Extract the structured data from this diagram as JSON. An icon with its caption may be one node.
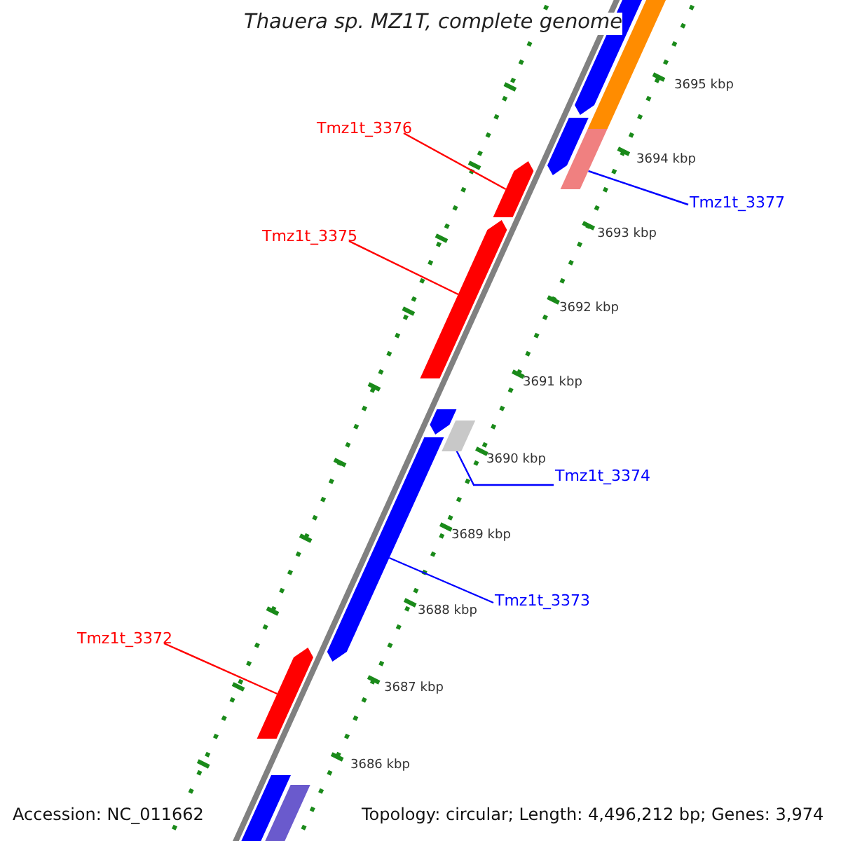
{
  "diagram": {
    "title": "Thauera sp. MZ1T, complete genome",
    "nodes": [
      {
        "text": [
          "Tmz1t_3376"
        ]
      },
      {
        "text": [],
        "shape": "bar"
      },
      {
        "text": [
          "Tmz1t_3375"
        ]
      },
      {
        "text": [],
        "shape": "bar"
      },
      {
        "text": [
          "Tmz1t_3377"
        ]
      },
      {
        "text": [],
        "shape": "bar"
      },
      {
        "text": [
          "Tmz1t_3374"
        ]
      },
      {
        "text": [],
        "shape": "bar"
      },
      {
        "text": [
          "Tmz1t_3373"
        ]
      },
      {
        "text": [],
        "shape": "bar"
      },
      {
        "text": [
          "Tmz1t_3372"
        ]
      },
      {
        "text": [],
        "shape": "bar"
      }
    ],
    "edges": [
      {
        "from": 0,
        "to": 1,
        "arrow": "none",
        "color": "#ff0000"
      },
      {
        "from": 2,
        "to": 3,
        "arrow": "none",
        "color": "#ff0000"
      },
      {
        "from": 4,
        "to": 5,
        "arrow": "none",
        "color": "#0000ff"
      },
      {
        "from": 6,
        "to": 7,
        "arrow": "none",
        "color": "#0000ff"
      },
      {
        "from": 8,
        "to": 9,
        "arrow": "none",
        "color": "#0000ff"
      },
      {
        "from": 10,
        "to": 11,
        "arrow": "none",
        "color": "#ff0000"
      }
    ],
    "labels": [
      "3695 kbp",
      "3694 kbp",
      "3693 kbp",
      "3692 kbp",
      "3691 kbp",
      "3690 kbp",
      "3689 kbp",
      "3688 kbp",
      "3687 kbp",
      "3686 kbp",
      "Accession: NC_011662",
      "Topology: circular; Length: 4,496,212 bp; Genes: 3,974"
    ]
  }
}
